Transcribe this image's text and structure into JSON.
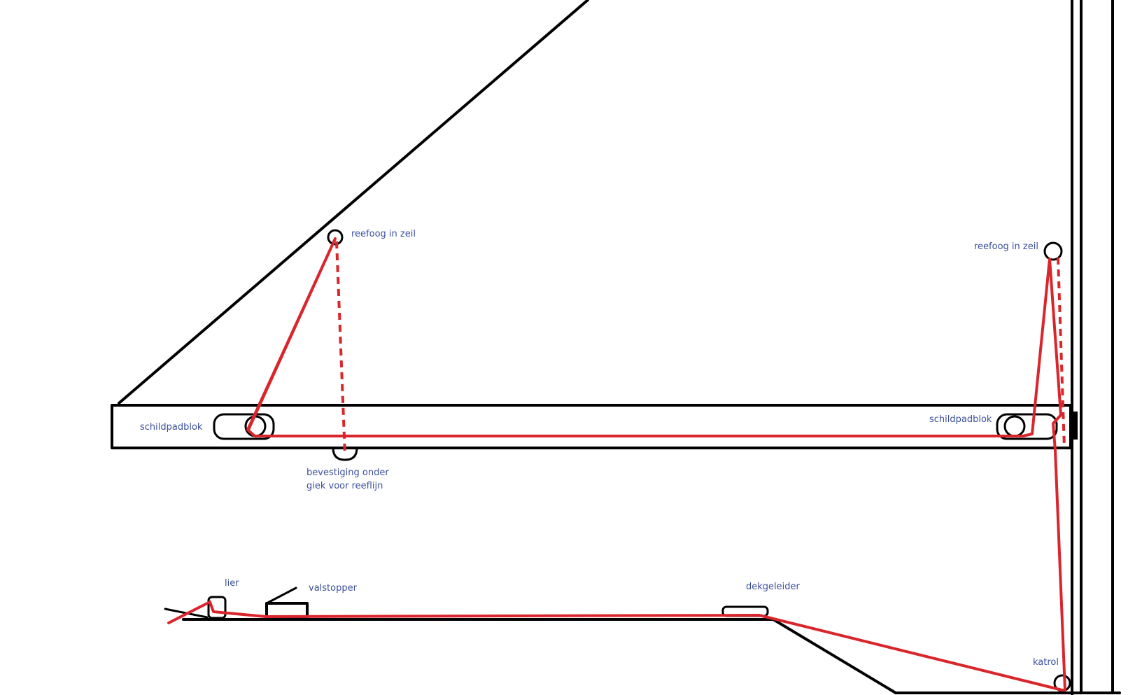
{
  "labels": {
    "reefoog_left": "reefoog in zeil",
    "reefoog_right": "reefoog in zeil",
    "schildpadblok_left": "schildpadblok",
    "schildpadblok_right": "schildpadblok",
    "bevestiging_line1": "bevestiging onder",
    "bevestiging_line2": "giek voor reeflijn",
    "lier": "lier",
    "valstopper": "valstopper",
    "dekgeleider": "dekgeleider",
    "katrol": "katrol"
  },
  "colors": {
    "line": "#000000",
    "reefline": "#d9262c",
    "label": "#3a4f9c"
  }
}
